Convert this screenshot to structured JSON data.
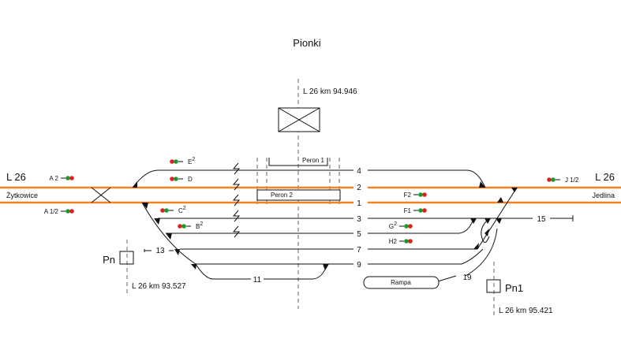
{
  "title": "Pionki",
  "line_left": {
    "line": "L 26",
    "destination": "Żytkowice"
  },
  "line_right": {
    "line": "L 26",
    "destination": "Jedlina"
  },
  "km_markers": {
    "station": "L 26  km  94.946",
    "pn_left": "L 26  km  93.527",
    "pn_right": "L 26  km  95.421"
  },
  "posts": {
    "left": "Pn",
    "right": "Pn1"
  },
  "platforms": {
    "p1": "Peron 1",
    "p2": "Peron 2",
    "ramp": "Rampa"
  },
  "tracks": {
    "t4": "4",
    "t2": "2",
    "t1": "1",
    "t3": "3",
    "t5": "5",
    "t7": "7",
    "t9": "9",
    "t11": "11",
    "t13": "13",
    "t15": "15",
    "t19": "19"
  },
  "signals": {
    "A2": {
      "name": "A 2"
    },
    "A12": {
      "name": "A 1/2"
    },
    "E": {
      "name": "E",
      "sup": "2"
    },
    "D": {
      "name": "D"
    },
    "C": {
      "name": "C",
      "sup": "2"
    },
    "B": {
      "name": "B",
      "sup": "2"
    },
    "F2": {
      "name": "F2"
    },
    "F1": {
      "name": "F1"
    },
    "G": {
      "name": "G",
      "sup": "2"
    },
    "H2": {
      "name": "H2"
    },
    "J12": {
      "name": "J 1/2"
    }
  },
  "colors": {
    "main_track": "#f58220",
    "signal_red": "#e02020",
    "signal_green": "#1a9a2a"
  }
}
